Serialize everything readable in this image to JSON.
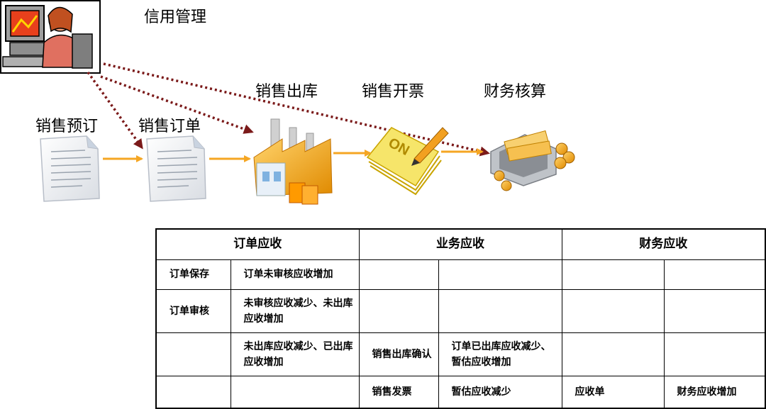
{
  "labels": {
    "credit": "信用管理",
    "presale": "销售预订",
    "order": "销售订单",
    "outbound": "销售出库",
    "invoice": "销售开票",
    "finance": "财务核算"
  },
  "icon_text": {
    "note_on": "ON"
  },
  "colors": {
    "flow_arrow": "#F5A623",
    "credit_arrow": "#7B1A1A",
    "table_border": "#000000"
  },
  "table": {
    "headers": [
      "订单应收",
      "业务应收",
      "财务应收"
    ],
    "rows": [
      [
        "订单保存",
        "订单未审核应收增加",
        "",
        "",
        "",
        ""
      ],
      [
        "订单审核",
        "未审核应收减少、未出库应收增加",
        "",
        "",
        "",
        ""
      ],
      [
        "",
        "未出库应收减少、已出库应收增加",
        "销售出库确认",
        "订单已出库应收减少、暂估应收增加",
        "",
        ""
      ],
      [
        "",
        "",
        "销售发票",
        "暂估应收减少",
        "应收单",
        "财务应收增加"
      ]
    ]
  }
}
